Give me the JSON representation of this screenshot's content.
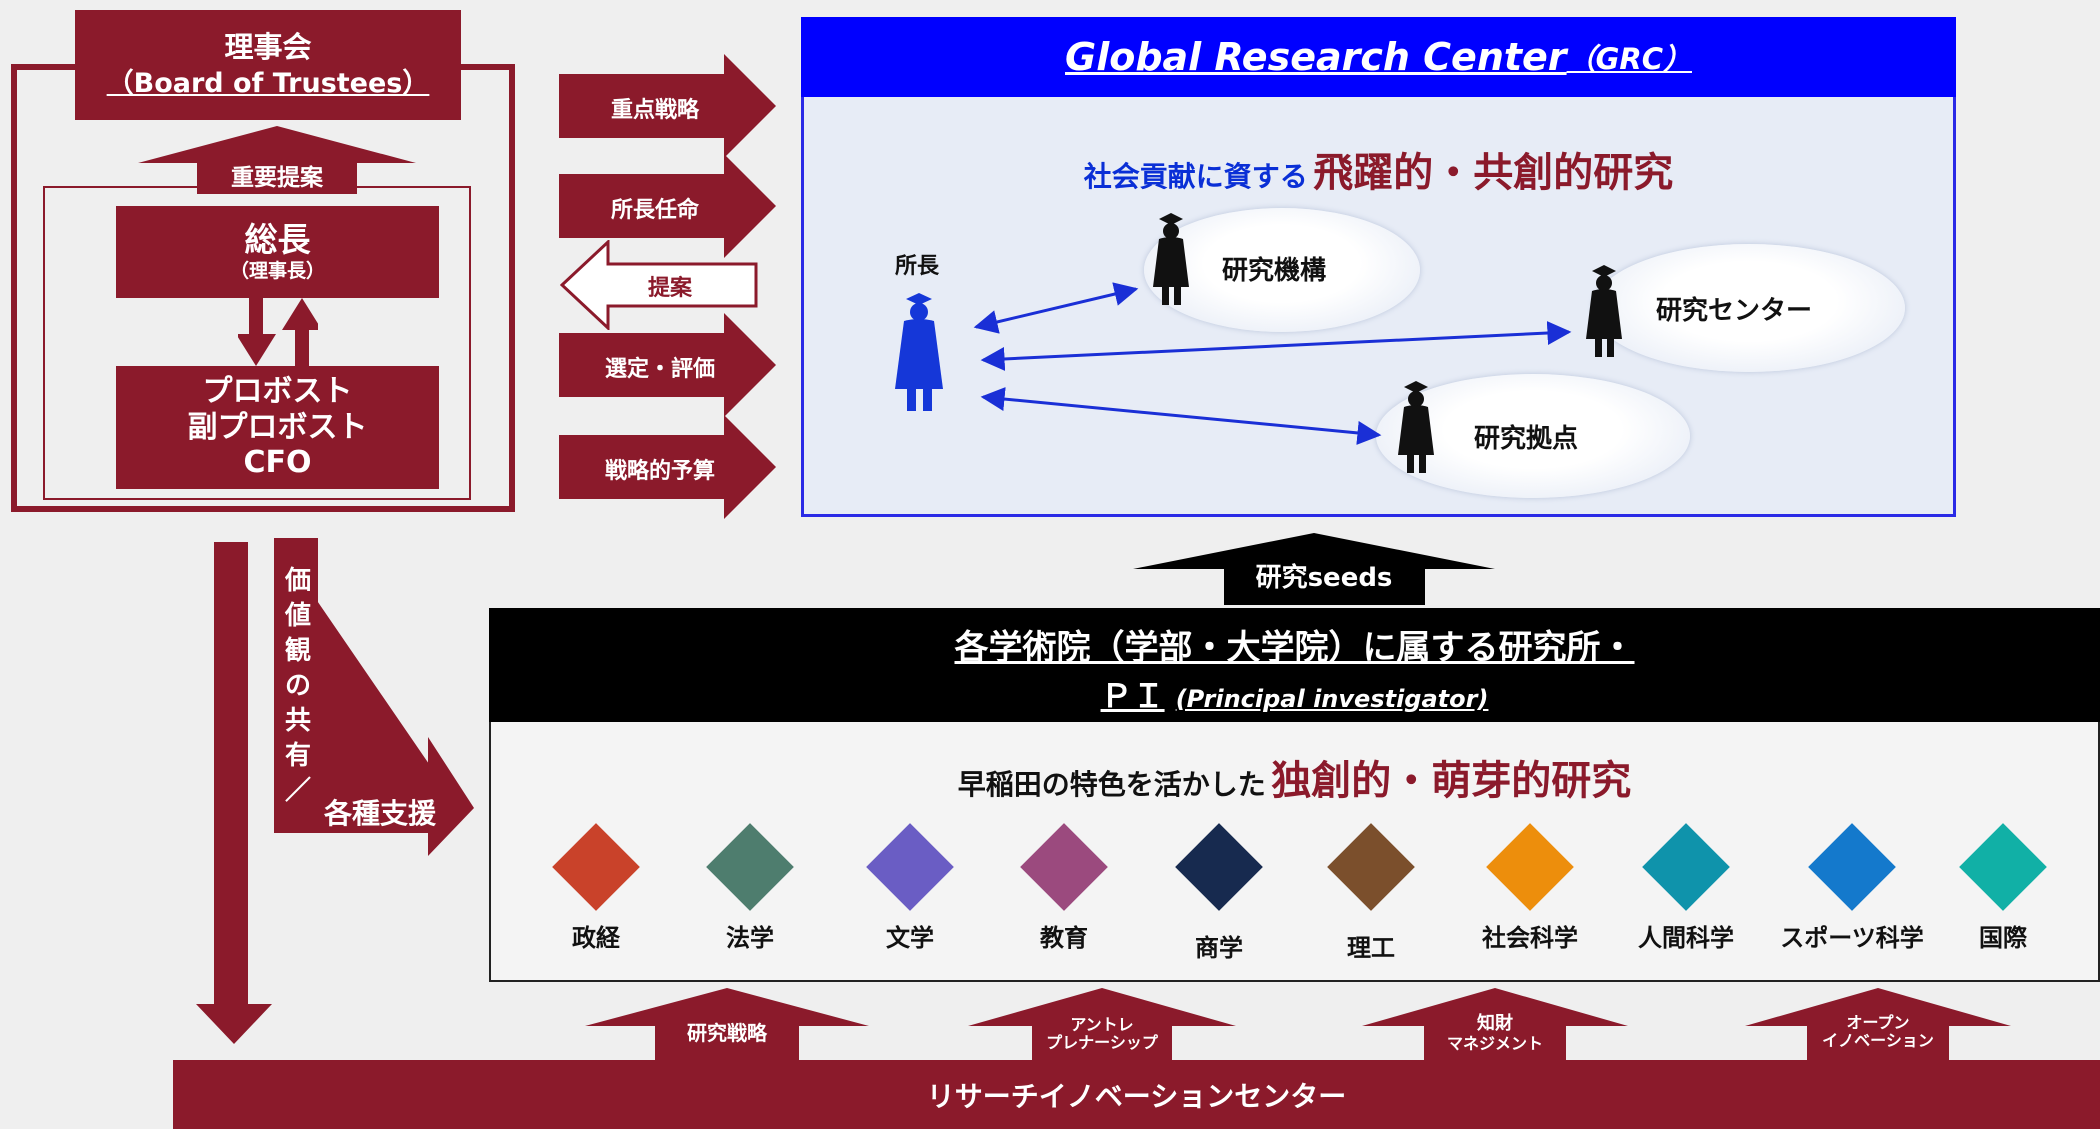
{
  "board": {
    "title": "理事会",
    "subtitle": "（Board of Trustees）"
  },
  "proposal_up_label": "重要提案",
  "president": {
    "title": "総長",
    "subtitle": "（理事長）"
  },
  "provost": {
    "line1": "プロボスト",
    "line2": "副プロボスト",
    "line3": "CFO"
  },
  "vertical_text": [
    "価",
    "値",
    "観",
    "の",
    "共",
    "有",
    "／"
  ],
  "support_label": "各種支援",
  "middle_arrows": {
    "a1": "重点戦略",
    "a2": "所長任命",
    "a3": "提案",
    "a4": "選定・評価",
    "a5": "戦略的予算"
  },
  "grc": {
    "title": "Global Research Center",
    "title_abbr": "（GRC）",
    "tagline_blue": "社会貢献に資する",
    "tagline_red": "飛躍的・共創的研究",
    "director_label": "所長",
    "nodes": [
      "研究機構",
      "研究センター",
      "研究拠点"
    ]
  },
  "seeds_label": "研究seeds",
  "institutes": {
    "line1": "各学術院（学部・大学院）に属する研究所・",
    "line2_main": "ＰＩ",
    "line2_sub": "(Principal investigator)",
    "tagline_black": "早稲田の特色を活かした",
    "tagline_red": "独創的・萌芽的研究"
  },
  "fields": [
    {
      "label": "政経",
      "color": "#c9422a"
    },
    {
      "label": "法学",
      "color": "#4e7d6e"
    },
    {
      "label": "文学",
      "color": "#6a5dc4"
    },
    {
      "label": "教育",
      "color": "#9b4a7e"
    },
    {
      "label": "商学",
      "color": "#172a4f"
    },
    {
      "label": "理工",
      "color": "#7b4f2c"
    },
    {
      "label": "社会科学",
      "color": "#ed8e0c"
    },
    {
      "label": "人間科学",
      "color": "#0f93ab"
    },
    {
      "label": "スポーツ科学",
      "color": "#1479cc"
    },
    {
      "label": "国際",
      "color": "#11b0a6"
    }
  ],
  "bottom_arrows": {
    "b1": "研究戦略",
    "b2_line1": "アントレ",
    "b2_line2": "プレナーシップ",
    "b3_line1": "知財",
    "b3_line2": "マネジメント",
    "b4_line1": "オープン",
    "b4_line2": "イノベーション"
  },
  "ric_label": "リサーチイノベーションセンター",
  "colors": {
    "maroon": "#8b1a2b",
    "grc_blue": "#0000ff",
    "tagline_blue": "#0a2fd6",
    "red_text": "#8b1a2b"
  }
}
